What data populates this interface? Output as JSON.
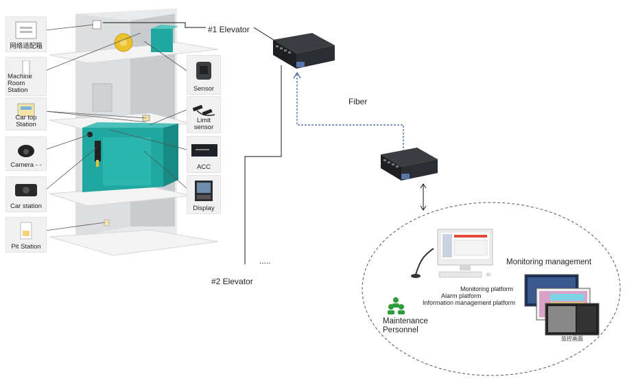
{
  "left_components": [
    {
      "id": "adapter",
      "label": "网络适配箱"
    },
    {
      "id": "machine_room",
      "label": "Machine\nRoom Station"
    },
    {
      "id": "car_top",
      "label": "Car top Station"
    },
    {
      "id": "camera",
      "label": "Camera - -"
    },
    {
      "id": "car_station",
      "label": "Car station"
    },
    {
      "id": "pit",
      "label": "Pit Station"
    }
  ],
  "right_components": [
    {
      "id": "sensor",
      "label": "Sensor"
    },
    {
      "id": "limit_sensor",
      "label": "Limit sensor"
    },
    {
      "id": "acc",
      "label": "ACC"
    },
    {
      "id": "display",
      "label": "Display"
    }
  ],
  "elevators": {
    "first": "#1 Elevator",
    "second": "#2 Elevator",
    "more": "....."
  },
  "fiber_label": "Fiber",
  "management": {
    "title": "Monitoring management",
    "platforms": [
      "Monitoring platform",
      "Alarm platform",
      "Information management platform"
    ],
    "personnel": "Maintenance\nPersonnel",
    "screen_caption": "监控画面"
  },
  "colors": {
    "teal": "#1fa7a0",
    "switch": "#1d1f22",
    "fiber": "#2f5d9b",
    "shaft": "#d9dbdd"
  }
}
